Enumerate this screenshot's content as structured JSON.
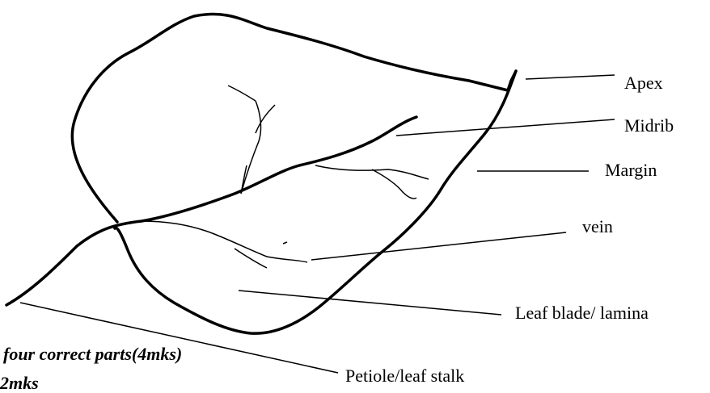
{
  "labels": {
    "apex": "Apex",
    "midrib": "Midrib",
    "margin": "Margin",
    "vein": "vein",
    "blade": "Leaf blade/ lamina",
    "petiole": "Petiole/leaf stalk"
  },
  "notes": {
    "line1": "four correct parts(4mks)",
    "line2": "2mks"
  },
  "colors": {
    "ink": "#000000",
    "background": "#ffffff"
  }
}
